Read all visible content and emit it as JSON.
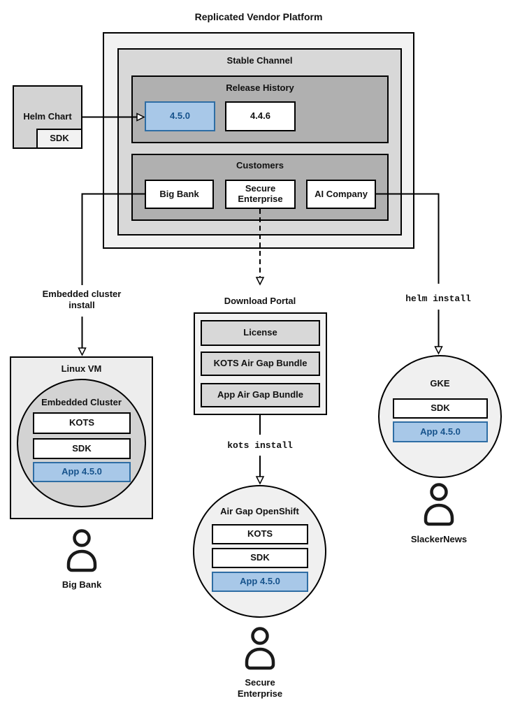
{
  "title": "Replicated Vendor Platform",
  "stable_channel": {
    "label": "Stable Channel",
    "release_history": {
      "label": "Release History",
      "current_release": "4.5.0",
      "previous_release": "4.4.6"
    },
    "customers": {
      "label": "Customers",
      "big_bank": "Big Bank",
      "secure_enterprise": "Secure\nEnterprise",
      "ai_company": "AI Company"
    }
  },
  "helm_chart": {
    "label": "Helm Chart",
    "sdk": "SDK"
  },
  "edges": {
    "embedded_cluster_install": "Embedded cluster\ninstall",
    "kots_install": "kots install",
    "helm_install": "helm install"
  },
  "download_portal": {
    "label": "Download Portal",
    "license": "License",
    "kots_bundle": "KOTS Air Gap Bundle",
    "app_bundle": "App Air Gap Bundle"
  },
  "linux_vm": {
    "label": "Linux VM",
    "embedded_cluster": "Embedded Cluster",
    "kots": "KOTS",
    "sdk": "SDK",
    "app": "App 4.5.0"
  },
  "air_gap_openshift": {
    "label": "Air Gap OpenShift",
    "kots": "KOTS",
    "sdk": "SDK",
    "app": "App 4.5.0"
  },
  "gke": {
    "label": "GKE",
    "sdk": "SDK",
    "app": "App 4.5.0"
  },
  "users": {
    "big_bank": "Big Bank",
    "secure_enterprise": "Secure\nEnterprise",
    "slackernews": "SlackerNews"
  },
  "colors": {
    "highlight_fill": "#a8c8e8",
    "highlight_border": "#2e6da4",
    "highlight_text": "#17538c",
    "panel_light": "#f2f2f2",
    "panel_mid": "#d8d8d8",
    "panel_dark": "#b0b0b0"
  }
}
